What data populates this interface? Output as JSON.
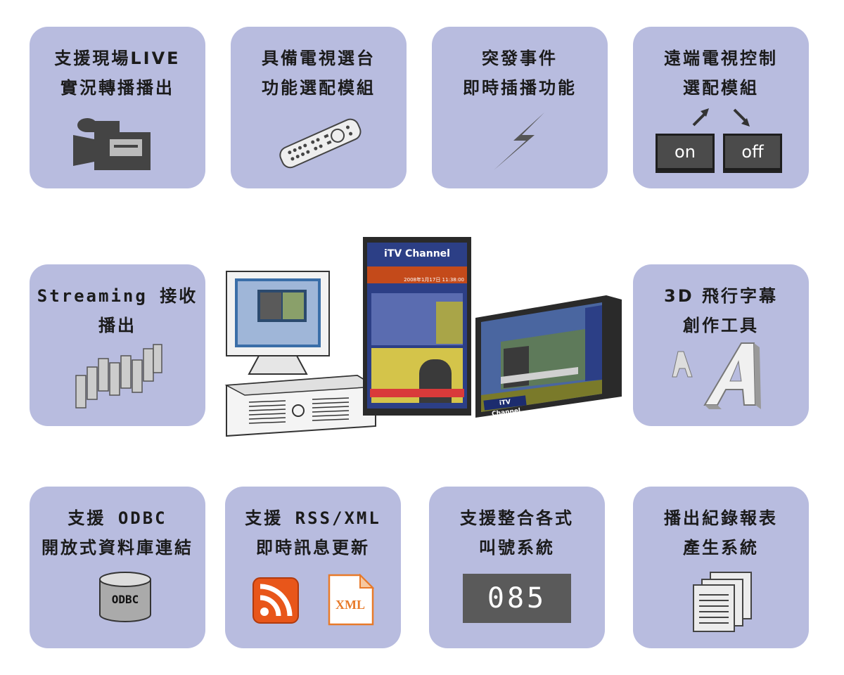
{
  "cards": {
    "live": {
      "line1": "支援現場LIVE",
      "line2": "實況轉播播出"
    },
    "tuner": {
      "line1": "具備電視選台",
      "line2": "功能選配模組"
    },
    "breaking": {
      "line1": "突發事件",
      "line2": "即時插播功能"
    },
    "remote": {
      "line1": "遠端電視控制",
      "line2": "選配模組",
      "on_label": "on",
      "off_label": "off"
    },
    "streaming": {
      "line1": "Streaming 接收",
      "line2": "播出"
    },
    "subtitle3d": {
      "line1": "3D 飛行字幕",
      "line2": "創作工具"
    },
    "odbc": {
      "line1": "支援 ODBC",
      "line2": "開放式資料庫連結",
      "db_label": "ODBC"
    },
    "rss": {
      "line1": "支援 RSS/XML",
      "line2": "即時訊息更新",
      "xml_label": "XML"
    },
    "queue": {
      "line1": "支援整合各式",
      "line2": "叫號系統",
      "number": "085"
    },
    "report": {
      "line1": "播出紀錄報表",
      "line2": "產生系統"
    }
  },
  "center": {
    "kiosk_title": "iTV Channel",
    "kiosk_date": "2008年1月17日 11:38:00",
    "screen_brand": "iTV Channel"
  },
  "colors": {
    "card_bg": "#b8bcdf",
    "rss_orange": "#e8561a",
    "xml_orange": "#e87a2a"
  }
}
